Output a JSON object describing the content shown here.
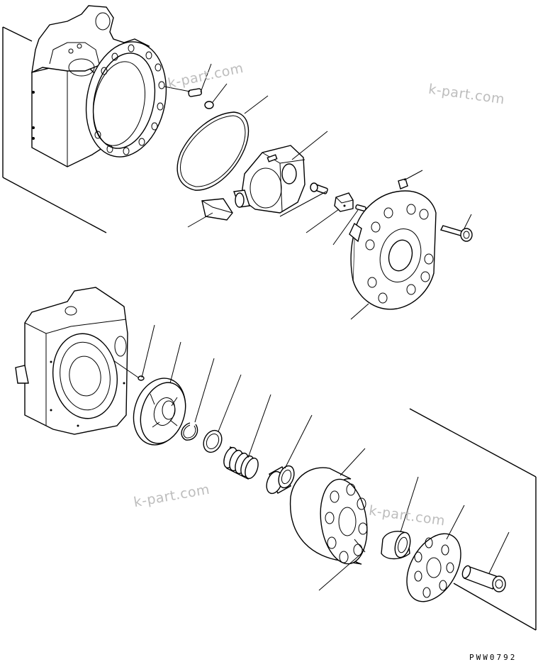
{
  "watermarks": [
    "k-part.com",
    "k-part.com",
    "k-part.com",
    "k-part.com"
  ],
  "drawing_code": "PWW0792"
}
